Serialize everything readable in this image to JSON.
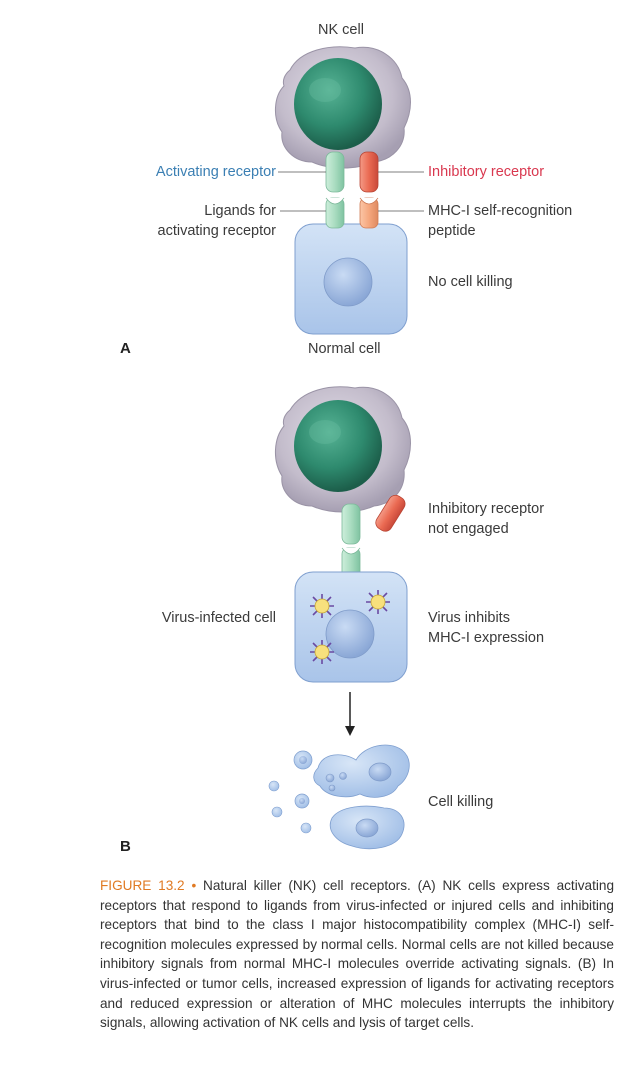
{
  "panel_a": {
    "letter": "A",
    "nk_cell_label": "NK cell",
    "activating_receptor_label": "Activating receptor",
    "inhibitory_receptor_label": "Inhibitory receptor",
    "ligands_label_line1": "Ligands for",
    "ligands_label_line2": "activating receptor",
    "mhc_label_line1": "MHC-I self-recognition",
    "mhc_label_line2": "peptide",
    "outcome_label": "No cell killing",
    "normal_cell_label": "Normal cell"
  },
  "panel_b": {
    "letter": "B",
    "inhibitory_label_line1": "Inhibitory receptor",
    "inhibitory_label_line2": "not engaged",
    "infected_cell_label": "Virus-infected cell",
    "virus_label_line1": "Virus inhibits",
    "virus_label_line2": "MHC-I expression",
    "outcome_label": "Cell killing"
  },
  "caption": {
    "figure_label": "FIGURE 13.2",
    "bullet": "•",
    "text": "Natural killer (NK) cell receptors. (A) NK cells express activating receptors that respond to ligands from virus-infected or injured cells and inhibiting receptors that bind to the class I major histocompatibility complex (MHC-I) self-recognition molecules expressed by normal cells. Normal cells are not killed because inhibitory signals from normal MHC-I molecules override activating signals. (B) In virus-infected or tumor cells, increased expression of ligands for activating receptors and reduced expression or alteration of MHC molecules interrupts the inhibitory signals, allowing activation of NK cells and lysis of target cells."
  },
  "colors": {
    "activating_label": "#3b7fb3",
    "inhibitory_label": "#d9384f",
    "caption_title": "#e07a23",
    "target_cell_fill": "#bcd3ee",
    "nucleus_fill": "#9bb6e0",
    "nk_nucleus": "#2e8a6e",
    "nk_body": "#c3bccb",
    "activating_receptor": "#a9dcc0",
    "inhibitory_receptor": "#ea6a52",
    "mhc_peptide": "#f5a77e",
    "virus_fill": "#f7e07d",
    "virus_spikes": "#6a4aa2"
  }
}
